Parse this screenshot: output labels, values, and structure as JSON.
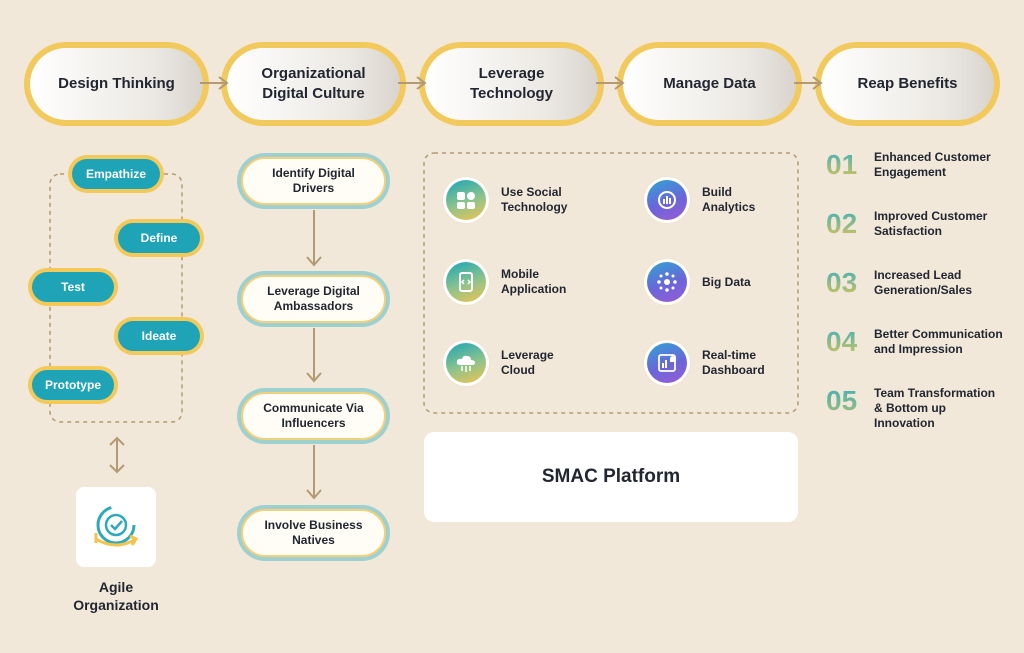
{
  "stages": [
    {
      "label": "Design Thinking"
    },
    {
      "label": "Organizational\nDigital Culture"
    },
    {
      "label": "Leverage\nTechnology"
    },
    {
      "label": "Manage Data"
    },
    {
      "label": "Reap Benefits"
    }
  ],
  "design_thinking": {
    "steps": [
      "Empathize",
      "Define",
      "Test",
      "Ideate",
      "Prototype"
    ],
    "org_label": "Agile\nOrganization",
    "org_icon": "agile-cycle-icon"
  },
  "culture": {
    "steps": [
      "Identify Digital\nDrivers",
      "Leverage Digital\nAmbassadors",
      "Communicate Via\nInfluencers",
      "Involve Business\nNatives"
    ]
  },
  "technology": {
    "items": [
      {
        "label": "Use Social\nTechnology",
        "icon": "social-icon"
      },
      {
        "label": "Mobile\nApplication",
        "icon": "mobile-app-icon"
      },
      {
        "label": "Leverage\nCloud",
        "icon": "cloud-icon"
      },
      {
        "label": "Build\nAnalytics",
        "icon": "analytics-icon"
      },
      {
        "label": "Big Data",
        "icon": "big-data-icon"
      },
      {
        "label": "Real-time\nDashboard",
        "icon": "dashboard-icon"
      }
    ],
    "platform_label": "SMAC Platform"
  },
  "benefits": [
    {
      "num": "01",
      "text": "Enhanced Customer\nEngagement"
    },
    {
      "num": "02",
      "text": "Improved Customer\nSatisfaction"
    },
    {
      "num": "03",
      "text": "Increased Lead\nGeneration/Sales"
    },
    {
      "num": "04",
      "text": "Better Communication\nand Impression"
    },
    {
      "num": "05",
      "text": "Team Transformation\n& Bottom up\nInnovation"
    }
  ],
  "colors": {
    "background": "#f1e8da",
    "accent_yellow": "#f2c95c",
    "accent_teal": "#1fa3b7",
    "arrow": "#b49a72"
  }
}
